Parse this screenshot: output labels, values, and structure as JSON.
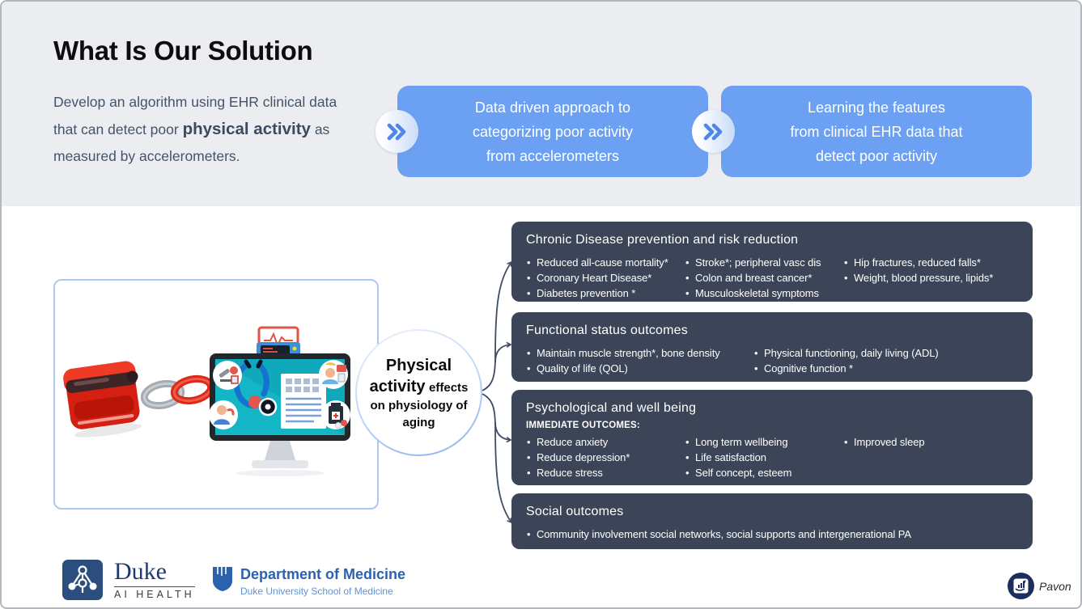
{
  "title": "What Is Our Solution",
  "intro": {
    "pre": "Develop an algorithm using EHR clinical data that can detect poor ",
    "bold": "physical activity",
    "post": " as measured by accelerometers."
  },
  "flow": [
    {
      "label": "Data driven approach to\ncategorizing poor activity\nfrom accelerometers"
    },
    {
      "label": "Learning the features\nfrom clinical EHR data that\ndetect poor activity"
    }
  ],
  "bubble": {
    "big1": "Physical",
    "big2": "activity",
    "inline_small": "effects",
    "line3": "on physiology of",
    "line4": "aging"
  },
  "outcomes": [
    {
      "title": "Chronic Disease prevention and risk reduction",
      "columns": [
        [
          "Reduced all-cause mortality*",
          "Coronary Heart Disease*",
          "Diabetes prevention *"
        ],
        [
          "Stroke*; peripheral vasc dis",
          "Colon and breast cancer*",
          "Musculoskeletal symptoms"
        ],
        [
          "Hip fractures, reduced falls*",
          "Weight, blood pressure, lipids*"
        ]
      ]
    },
    {
      "title": "Functional status outcomes",
      "columns": [
        [
          "Maintain muscle strength*, bone density",
          "Quality of life (QOL)"
        ],
        [
          "Physical functioning, daily living (ADL)",
          "Cognitive function *"
        ]
      ]
    },
    {
      "title": "Psychological and well being",
      "subtitle": "IMMEDIATE OUTCOMES:",
      "columns": [
        [
          "Reduce anxiety",
          "Reduce depression*",
          "Reduce stress"
        ],
        [
          "Long term wellbeing",
          "Life satisfaction",
          "Self concept, esteem"
        ],
        [
          "Improved sleep"
        ]
      ]
    },
    {
      "title": "Social outcomes",
      "columns": [
        [
          "Community involvement social networks, social supports and intergenerational PA"
        ]
      ]
    }
  ],
  "footer": {
    "duke_wordmark": "Duke",
    "duke_sub": "AI HEALTH",
    "dom_title": "Department of Medicine",
    "dom_sub": "Duke University School of Medicine",
    "watermark": "Pavon"
  },
  "icons": {
    "flow_badge": "double-chevron-right",
    "illustration": "accelerometer-chain-ehr-computer",
    "duke_ai": "network-molecule",
    "dom_shield": "duke-shield",
    "pavon": "hand-chart"
  },
  "colors": {
    "header_bg": "#ecedf0",
    "flow_box_bg": "#6ca0f2",
    "outcome_box_bg": "#3b4557",
    "connector": "#3e4c66",
    "intro_text": "#44546b",
    "bubble_border": "#88b1f0",
    "duke_navy": "#2b4e7e",
    "dom_blue": "#2c61ad"
  }
}
